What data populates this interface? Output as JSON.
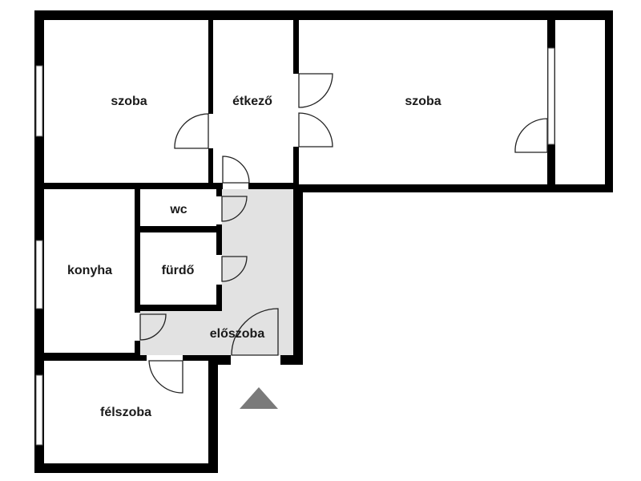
{
  "rooms": {
    "szoba_1": "szoba",
    "etkezo": "étkező",
    "szoba_2": "szoba",
    "wc": "wc",
    "konyha": "konyha",
    "furdo": "fürdő",
    "eloszoba": "előszoba",
    "felszoba": "félszoba"
  },
  "colors": {
    "wall": "#000000",
    "hall_fill": "#e2e2e2",
    "entrance_marker": "#7a7a7a"
  }
}
